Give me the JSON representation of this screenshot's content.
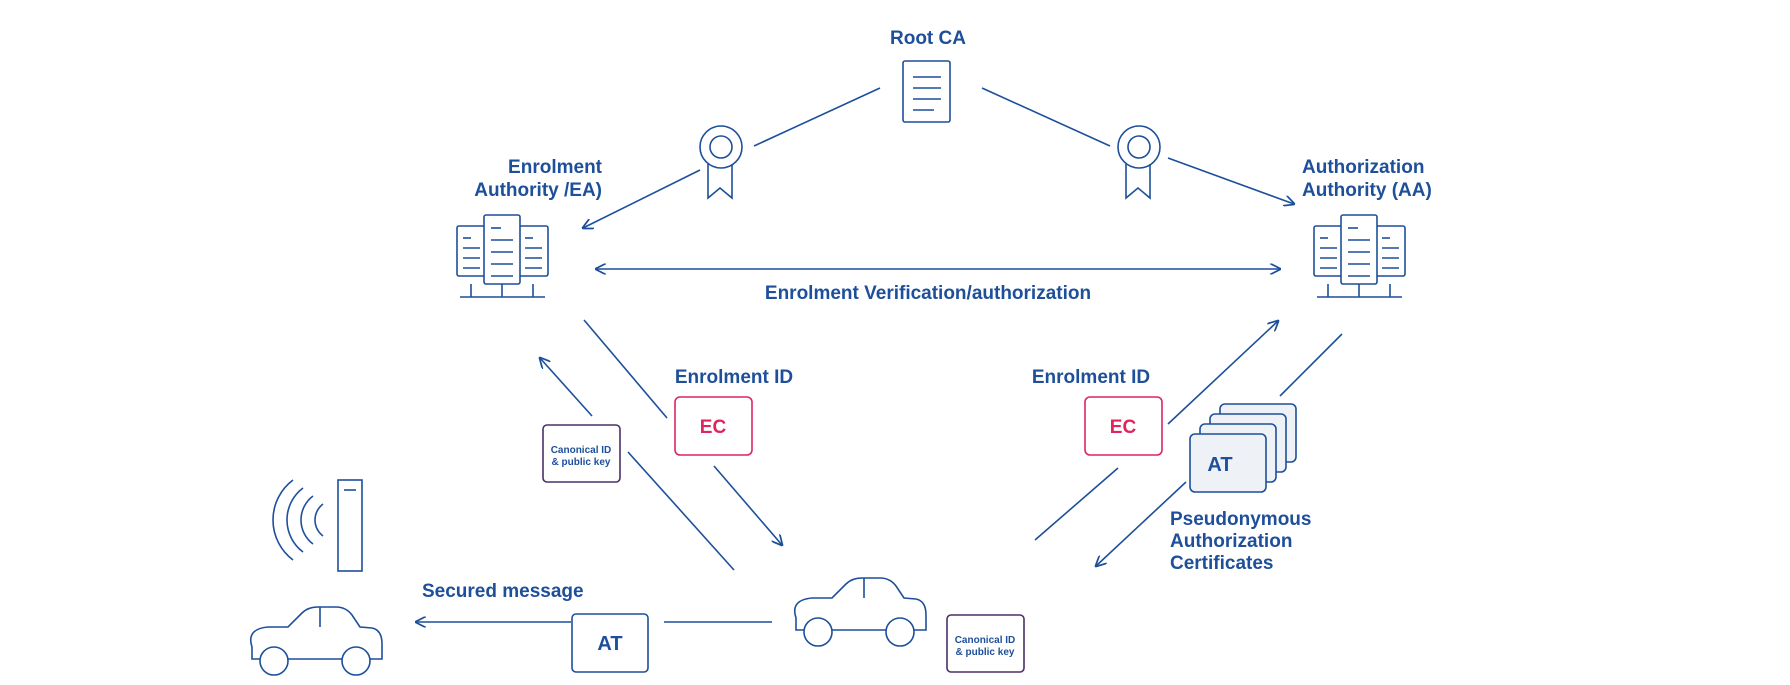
{
  "colors": {
    "primary": "#1d4f9a",
    "ec": "#e0245e",
    "canonical": "#4a2f6b",
    "at_fill": "#eef1f6"
  },
  "labels": {
    "root_ca": "Root CA",
    "ea_line1": "Enrolment",
    "ea_line2": "Authority /EA)",
    "aa_line1": "Authorization",
    "aa_line2": "Authority (AA)",
    "enrolment_verification": "Enrolment Verification/authorization",
    "enrolment_id_left": "Enrolment ID",
    "enrolment_id_right": "Enrolment ID",
    "ec_left": "EC",
    "ec_right": "EC",
    "canonical_left_line1": "Canonical ID",
    "canonical_left_line2": "& public key",
    "canonical_right_line1": "Canonical ID",
    "canonical_right_line2": "& public key",
    "at_stack": "AT",
    "at_message": "AT",
    "pseudonymous_line1": "Pseudonymous",
    "pseudonymous_line2": "Authorization",
    "pseudonymous_line3": "Certificates",
    "secured_message": "Secured message"
  },
  "icons": {
    "root_certificate": "document-icon",
    "ea_server": "server-icon",
    "aa_server": "server-icon",
    "left_award": "award-ribbon-icon",
    "right_award": "award-ribbon-icon",
    "vehicle_main": "car-icon",
    "vehicle_receiver": "car-icon",
    "roadside_unit": "antenna-icon",
    "wireless_signal": "wifi-signal-icon"
  }
}
